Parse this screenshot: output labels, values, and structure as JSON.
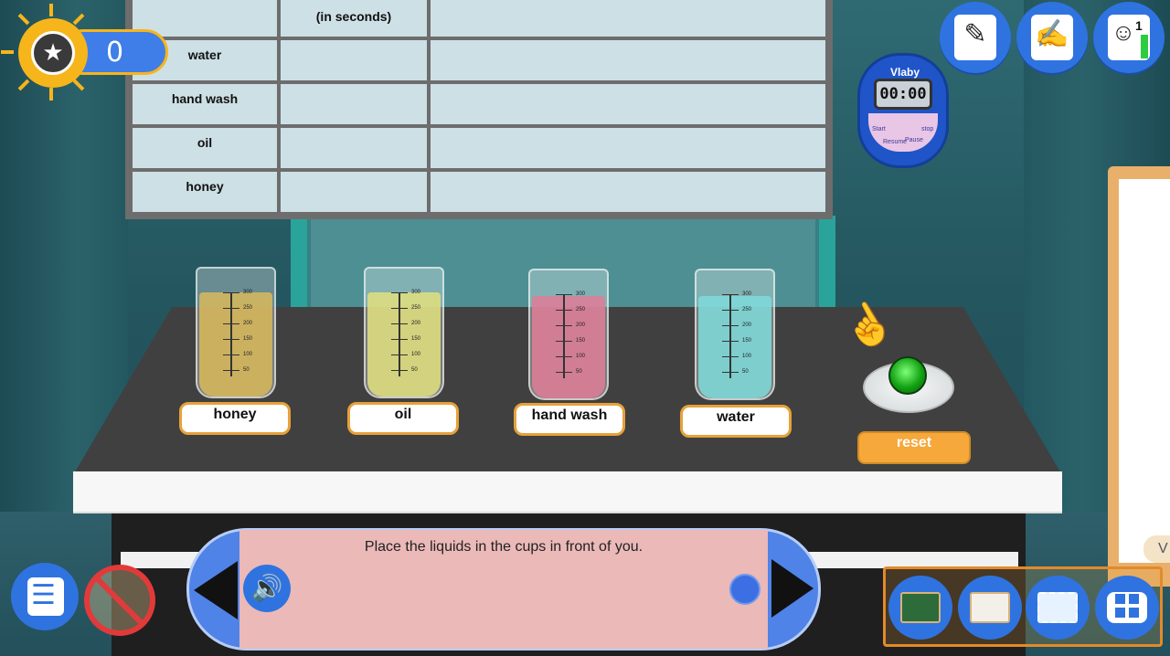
{
  "score": {
    "value": "0"
  },
  "results_table": {
    "header_time": "(in seconds)",
    "rows": [
      {
        "liquid": "water",
        "time": "",
        "note": ""
      },
      {
        "liquid": "hand wash",
        "time": "",
        "note": ""
      },
      {
        "liquid": "oil",
        "time": "",
        "note": ""
      },
      {
        "liquid": "honey",
        "time": "",
        "note": ""
      }
    ]
  },
  "stopwatch": {
    "brand": "Vlaby",
    "display": "00:00",
    "start_label": "Start",
    "resume_label": "Resume",
    "pause_label": "Pause",
    "stop_label": "stop"
  },
  "top_buttons": {
    "profile_badge": "1"
  },
  "beakers": [
    {
      "label": "honey",
      "color": "#d9b95a"
    },
    {
      "label": "oil",
      "color": "#e3e07e"
    },
    {
      "label": "hand wash",
      "color": "#e07c98"
    },
    {
      "label": "water",
      "color": "#7fdcdc"
    }
  ],
  "beaker_scale": [
    "300",
    "250",
    "200",
    "150",
    "100",
    "50"
  ],
  "reset": {
    "label": "reset"
  },
  "instruction": {
    "text": "Place the liquids in the cups in front of you."
  },
  "whiteboard": {
    "tag": "V"
  },
  "toolbar_icons": [
    "chalkboard-icon",
    "whiteboard-icon",
    "image-icon",
    "upload-apps-icon"
  ]
}
